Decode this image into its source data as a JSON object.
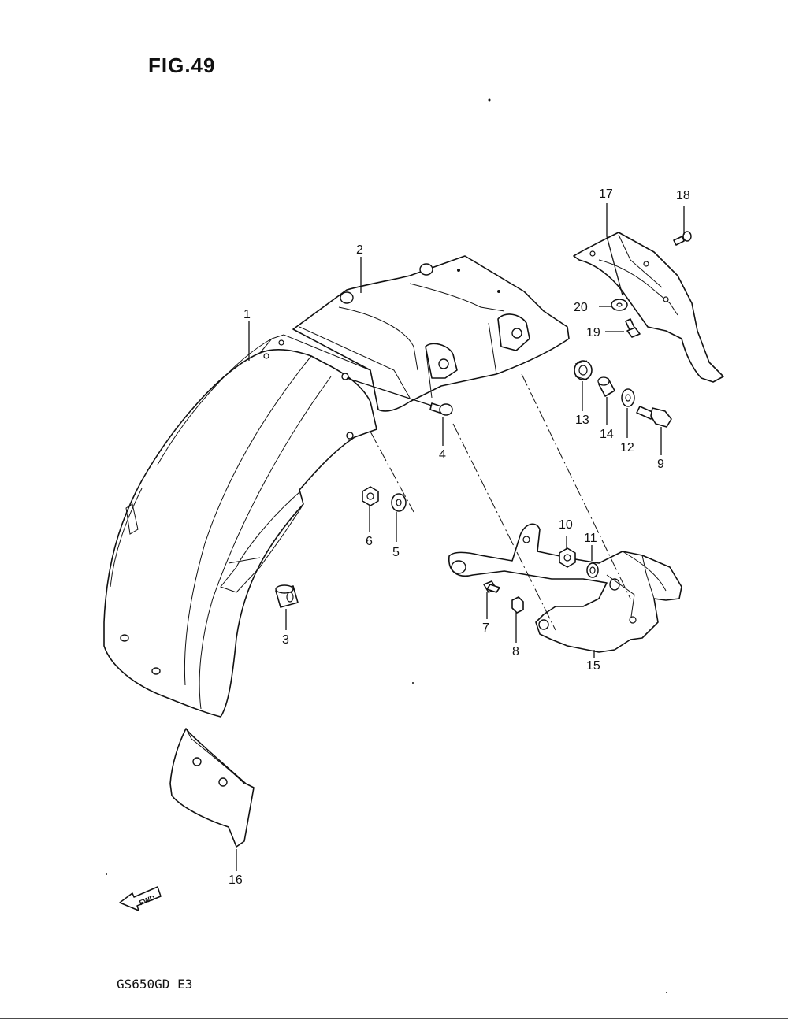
{
  "figure": {
    "title": "FIG.49"
  },
  "footer": {
    "model": "GS650GD  E3"
  },
  "forward_indicator": {
    "label": "FWD"
  },
  "callouts": [
    {
      "id": "1",
      "text": "1"
    },
    {
      "id": "2",
      "text": "2"
    },
    {
      "id": "3",
      "text": "3"
    },
    {
      "id": "4",
      "text": "4"
    },
    {
      "id": "5",
      "text": "5"
    },
    {
      "id": "6",
      "text": "6"
    },
    {
      "id": "7",
      "text": "7"
    },
    {
      "id": "8",
      "text": "8"
    },
    {
      "id": "9",
      "text": "9"
    },
    {
      "id": "10",
      "text": "10"
    },
    {
      "id": "11",
      "text": "11"
    },
    {
      "id": "12",
      "text": "12"
    },
    {
      "id": "13",
      "text": "13"
    },
    {
      "id": "14",
      "text": "14"
    },
    {
      "id": "15",
      "text": "15"
    },
    {
      "id": "16",
      "text": "16"
    },
    {
      "id": "17",
      "text": "17"
    },
    {
      "id": "18",
      "text": "18"
    },
    {
      "id": "19",
      "text": "19"
    },
    {
      "id": "20",
      "text": "20"
    }
  ]
}
